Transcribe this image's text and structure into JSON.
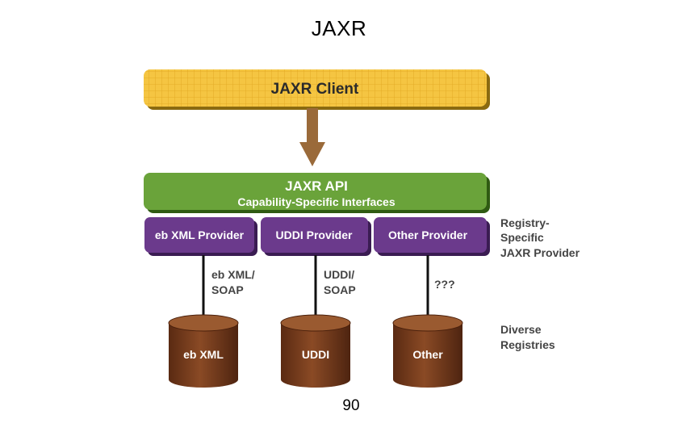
{
  "slide": {
    "title": "JAXR",
    "page_number": "90"
  },
  "diagram": {
    "client": {
      "label": "JAXR Client"
    },
    "api": {
      "title": "JAXR API",
      "subtitle": "Capability-Specific Interfaces"
    },
    "providers": [
      {
        "label": "eb XML Provider",
        "protocol_line1": "eb XML/",
        "protocol_line2": "SOAP",
        "registry": "eb XML"
      },
      {
        "label": "UDDI Provider",
        "protocol_line1": "UDDI/",
        "protocol_line2": "SOAP",
        "registry": "UDDI"
      },
      {
        "label": "Other Provider",
        "protocol_line1": "???",
        "protocol_line2": "",
        "registry": "Other"
      }
    ],
    "side_labels": {
      "provider_line1": "Registry-",
      "provider_line2": "Specific",
      "provider_line3": "JAXR Provider",
      "registries_line1": "Diverse",
      "registries_line2": "Registries"
    },
    "colors": {
      "client_fill": "#f5c542",
      "api_fill": "#6aa33a",
      "provider_fill": "#6b3a8c",
      "registry_fill": "#7a3d1f",
      "arrow": "#9a6a3a"
    }
  }
}
